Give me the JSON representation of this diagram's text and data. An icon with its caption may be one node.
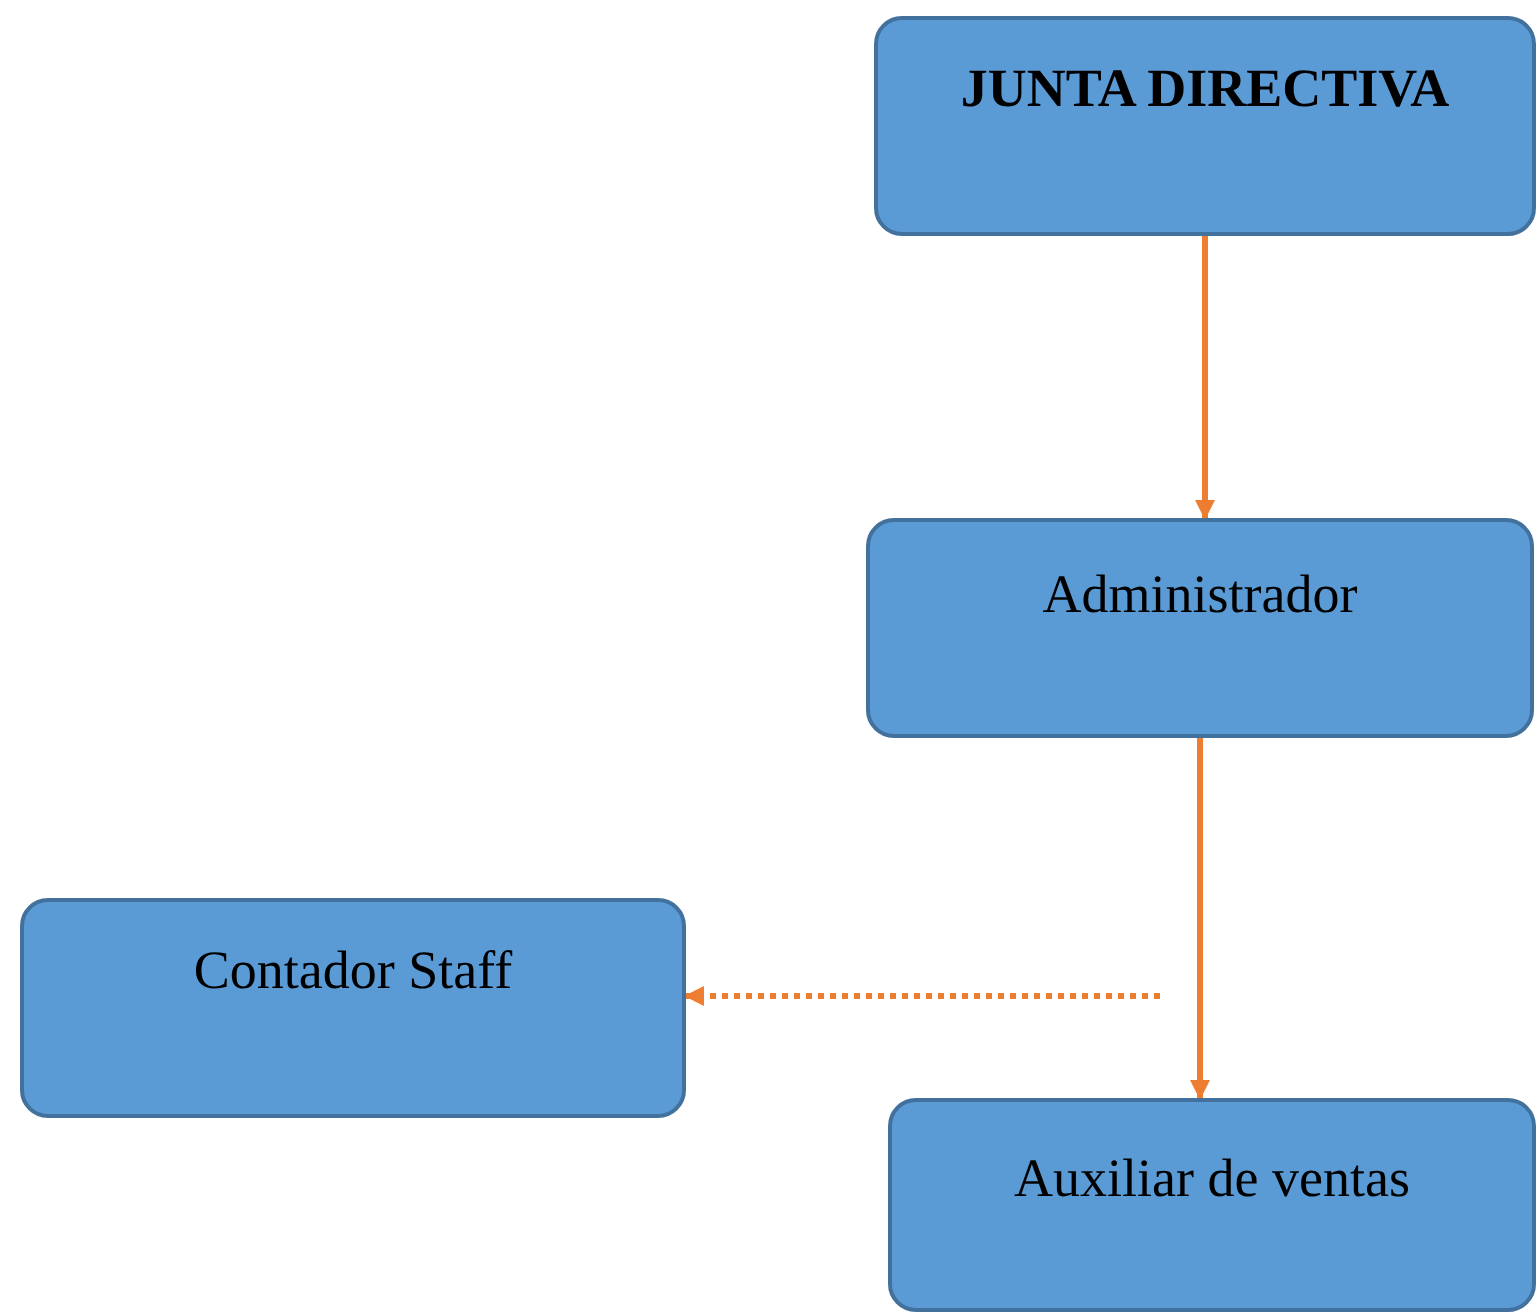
{
  "diagram": {
    "nodes": [
      {
        "text": [
          "JUNTA DIRECTIVA"
        ]
      },
      {
        "text": [
          "Administrador"
        ]
      },
      {
        "text": [
          "Contador Staff"
        ]
      },
      {
        "text": [
          "Auxiliar de ventas"
        ]
      }
    ],
    "edges": [
      {
        "from": 0,
        "to": 1,
        "arrow": "to"
      },
      {
        "from": 1,
        "to": 3,
        "arrow": "to"
      },
      {
        "from": null,
        "to": 2,
        "arrow": "to",
        "style": "dashed"
      }
    ]
  }
}
